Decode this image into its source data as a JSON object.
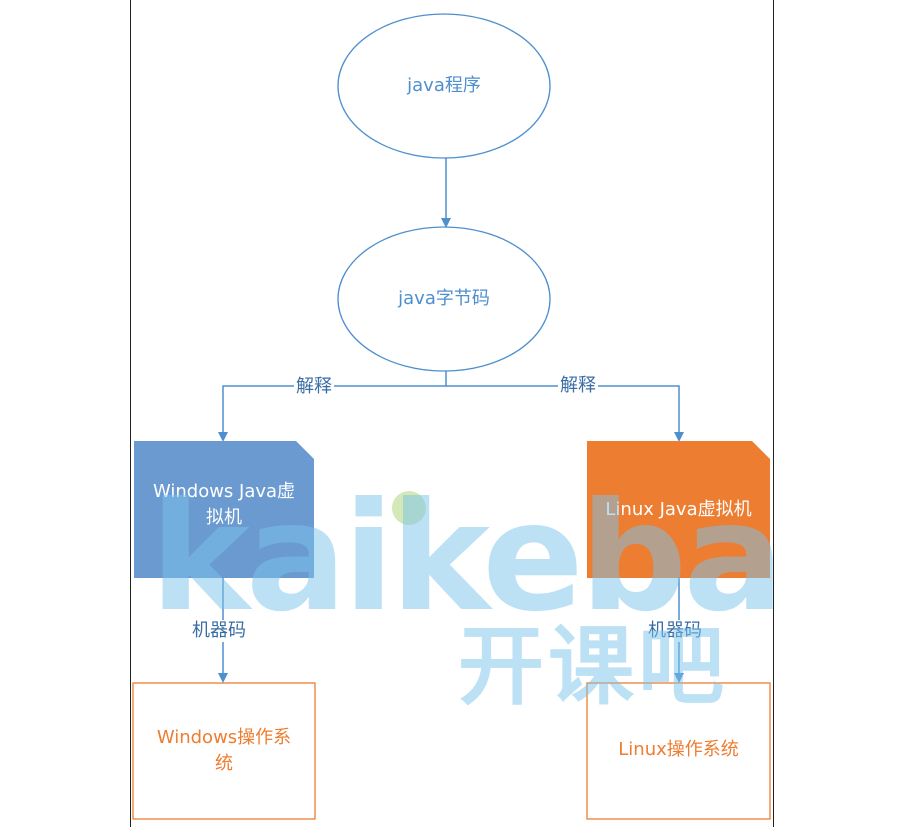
{
  "nodes": {
    "java_program": "java程序",
    "java_bytecode": "java字节码",
    "windows_jvm_line1": "Windows Java虚",
    "windows_jvm_line2": "拟机",
    "linux_jvm": "Linux Java虚拟机",
    "windows_os_line1": "Windows操作系",
    "windows_os_line2": "统",
    "linux_os": "Linux操作系统"
  },
  "edges": {
    "interpret_left": "解释",
    "interpret_right": "解释",
    "machine_code_left": "机器码",
    "machine_code_right": "机器码"
  },
  "watermark": {
    "logo": "kaikeba",
    "cn": "开课吧"
  },
  "colors": {
    "oval_stroke": "#4e8fce",
    "arrow": "#4e8fce",
    "windows_jvm_fill": "#6a9ad0",
    "linux_jvm_fill": "#ed7d31",
    "os_box_stroke": "#ed7d31",
    "watermark": "#79c4ec",
    "watermark_dot": "#c6e2a0"
  }
}
